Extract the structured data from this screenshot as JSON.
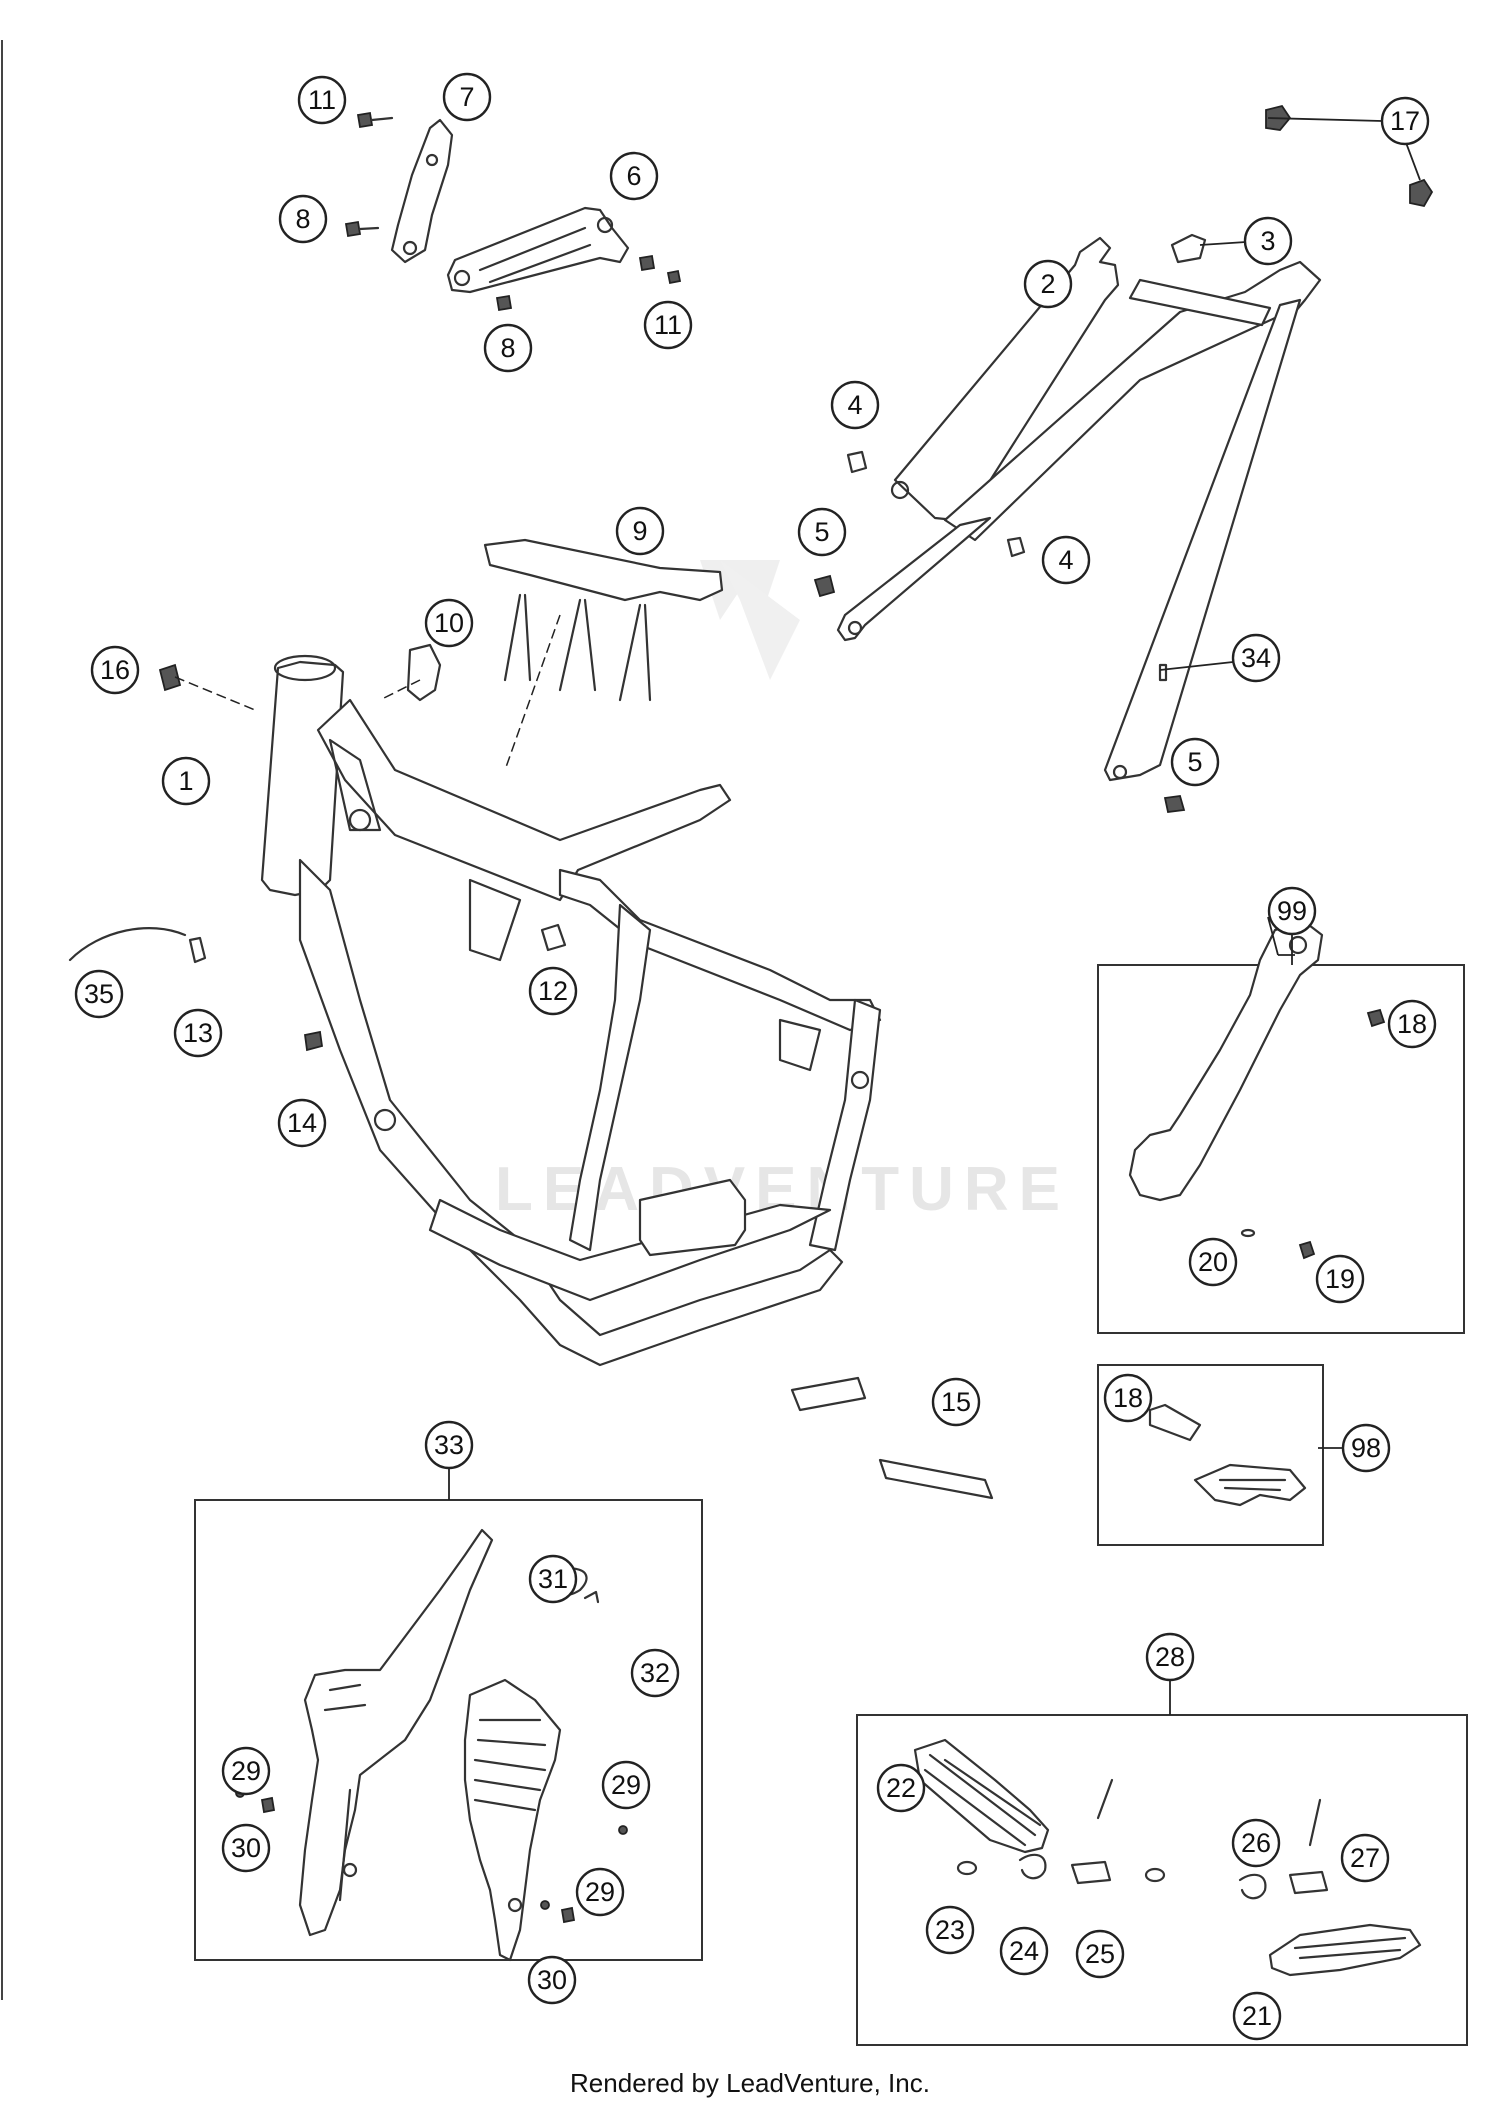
{
  "watermark": {
    "text": "LEADVENTURE"
  },
  "footer": {
    "text": "Rendered by LeadVenture, Inc."
  },
  "callouts": [
    {
      "id": "c1",
      "label": "1"
    },
    {
      "id": "c2",
      "label": "2"
    },
    {
      "id": "c3",
      "label": "3"
    },
    {
      "id": "c4a",
      "label": "4"
    },
    {
      "id": "c4b",
      "label": "4"
    },
    {
      "id": "c5a",
      "label": "5"
    },
    {
      "id": "c5b",
      "label": "5"
    },
    {
      "id": "c6",
      "label": "6"
    },
    {
      "id": "c7",
      "label": "7"
    },
    {
      "id": "c8a",
      "label": "8"
    },
    {
      "id": "c8b",
      "label": "8"
    },
    {
      "id": "c9",
      "label": "9"
    },
    {
      "id": "c10",
      "label": "10"
    },
    {
      "id": "c11a",
      "label": "11"
    },
    {
      "id": "c11b",
      "label": "11"
    },
    {
      "id": "c12",
      "label": "12"
    },
    {
      "id": "c13",
      "label": "13"
    },
    {
      "id": "c14",
      "label": "14"
    },
    {
      "id": "c15",
      "label": "15"
    },
    {
      "id": "c16",
      "label": "16"
    },
    {
      "id": "c17",
      "label": "17"
    },
    {
      "id": "c18a",
      "label": "18"
    },
    {
      "id": "c18b",
      "label": "18"
    },
    {
      "id": "c19",
      "label": "19"
    },
    {
      "id": "c20",
      "label": "20"
    },
    {
      "id": "c21",
      "label": "21"
    },
    {
      "id": "c22",
      "label": "22"
    },
    {
      "id": "c23",
      "label": "23"
    },
    {
      "id": "c24",
      "label": "24"
    },
    {
      "id": "c25",
      "label": "25"
    },
    {
      "id": "c26",
      "label": "26"
    },
    {
      "id": "c27",
      "label": "27"
    },
    {
      "id": "c28",
      "label": "28"
    },
    {
      "id": "c29a",
      "label": "29"
    },
    {
      "id": "c29b",
      "label": "29"
    },
    {
      "id": "c29c",
      "label": "29"
    },
    {
      "id": "c30a",
      "label": "30"
    },
    {
      "id": "c30b",
      "label": "30"
    },
    {
      "id": "c31",
      "label": "31"
    },
    {
      "id": "c32",
      "label": "32"
    },
    {
      "id": "c33",
      "label": "33"
    },
    {
      "id": "c34",
      "label": "34"
    },
    {
      "id": "c35",
      "label": "35"
    },
    {
      "id": "c98",
      "label": "98"
    },
    {
      "id": "c99",
      "label": "99"
    }
  ]
}
